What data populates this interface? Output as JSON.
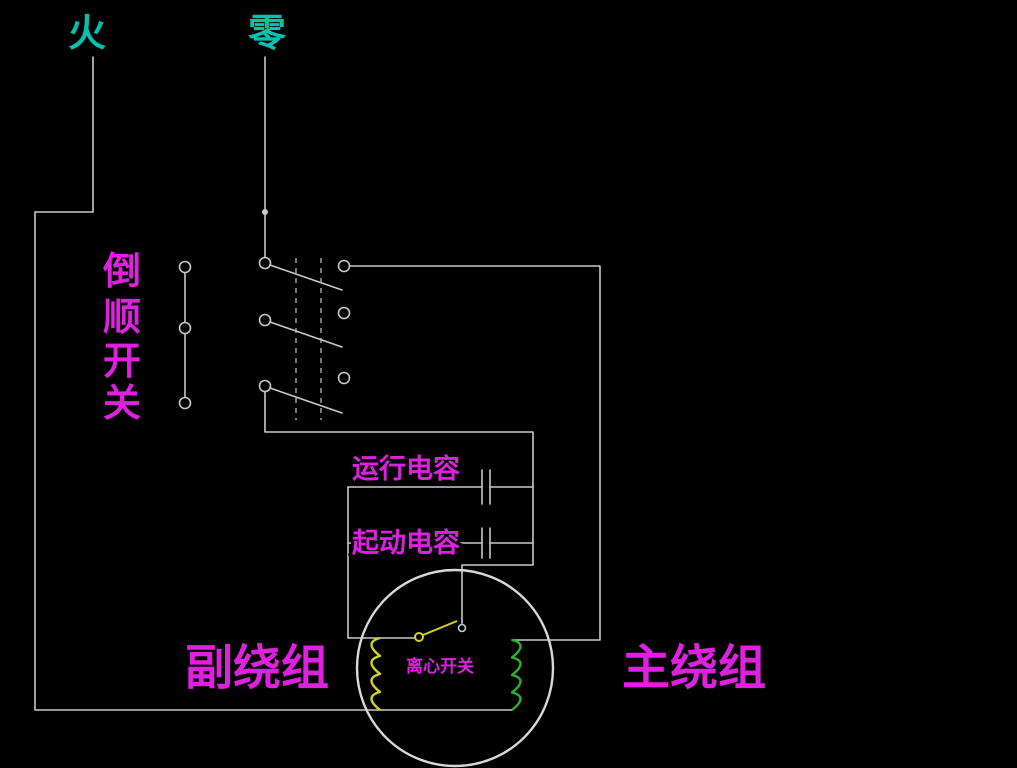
{
  "diagram": {
    "kind": "single-phase motor reversing-switch wiring schematic",
    "labels": {
      "live_wire": "火",
      "neutral_wire": "零",
      "reversing_switch": {
        "label": "倒顺开关",
        "chars": [
          "倒",
          "顺",
          "开",
          "关"
        ]
      },
      "run_capacitor": "运行电容",
      "start_capacitor": "起动电容",
      "aux_winding": "副绕组",
      "main_winding": "主绕组",
      "centrifugal_switch": "离心开关"
    },
    "colors": {
      "background": "#000000",
      "wire": "#c9c9c9",
      "label_magenta": "#de21de",
      "supply_cyan": "#00c2b1",
      "aux_coil_yellow": "#d6d31f",
      "main_coil_green": "#2bb32b",
      "motor_frame": "#d8d8d8"
    }
  }
}
